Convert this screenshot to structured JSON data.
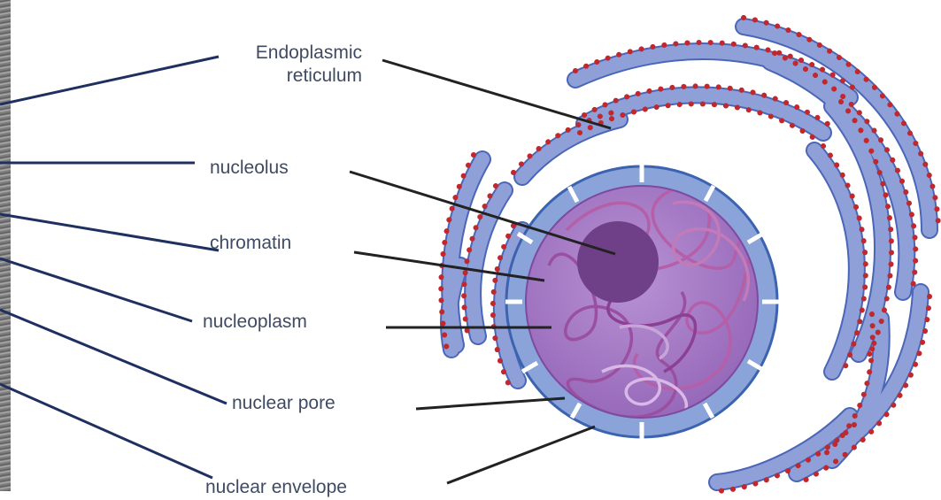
{
  "labels": {
    "er_line1": "Endoplasmic",
    "er_line2": "reticulum",
    "nucleolus": "nucleolus",
    "chromatin": "chromatin",
    "nucleoplasm": "nucleoplasm",
    "nuclear_pore": "nuclear pore",
    "nuclear_envelope": "nuclear envelope"
  },
  "colors": {
    "label_text": "#3f4a63",
    "leader_left": "#1f3060",
    "leader_right": "#222222",
    "er_fill": "#8fa0d8",
    "er_stroke": "#4a66b8",
    "ribosome": "#c0282d",
    "envelope_fill": "#8aa3d9",
    "envelope_stroke": "#3c63b0",
    "nucleus_fill": "#a77cc6",
    "nucleolus_fill": "#6f3f88",
    "chromatin_stroke": "#b45fa8"
  }
}
